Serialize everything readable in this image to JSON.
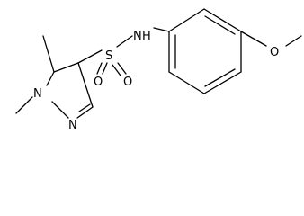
{
  "molecule": {
    "atoms": {
      "n_amide": "N",
      "h_amide": "H",
      "s_sulfonyl": "S",
      "o_sulfonyl_left": "O",
      "o_sulfonyl_right": "O",
      "o_methoxy": "O",
      "n_pyrazole_1": "N",
      "n_pyrazole_2": "N"
    }
  }
}
